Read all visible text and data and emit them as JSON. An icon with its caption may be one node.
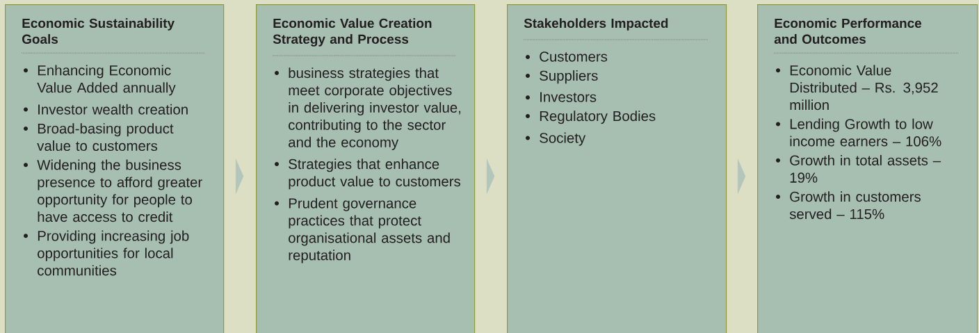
{
  "diagram": {
    "nodes": [
      {
        "text": [
          "Economic Sustainability Goals",
          "Enhancing Economic Value Added annually",
          "Investor wealth creation",
          "Broad-basing product value to customers",
          "Widening the business presence to afford greater opportunity for people to have access to credit",
          "Providing increasing job opportunities for local communities"
        ]
      },
      {
        "text": [
          "Economic Value Creation Strategy and Process",
          "business strategies that meet corporate objectives in delivering investor value, contributing to the sector and the economy",
          "Strategies that enhance product value to customers",
          "Prudent governance practices that protect organisational assets and reputation"
        ]
      },
      {
        "text": [
          "Stakeholders Impacted",
          "Customers",
          "Suppliers",
          "Investors",
          "Regulatory Bodies",
          "Society"
        ]
      },
      {
        "text": [
          "Economic Performance and Outcomes",
          "Economic Value Distributed – Rs. 3,952 million",
          "Lending Growth to low income earners – 106%",
          "Growth in total assets – 19%",
          "Growth in customers served – 115%"
        ]
      }
    ],
    "edges": [
      {
        "from": 0,
        "to": 1,
        "arrow": "to"
      },
      {
        "from": 1,
        "to": 2,
        "arrow": "to"
      },
      {
        "from": 2,
        "to": 3,
        "arrow": "to"
      }
    ]
  }
}
